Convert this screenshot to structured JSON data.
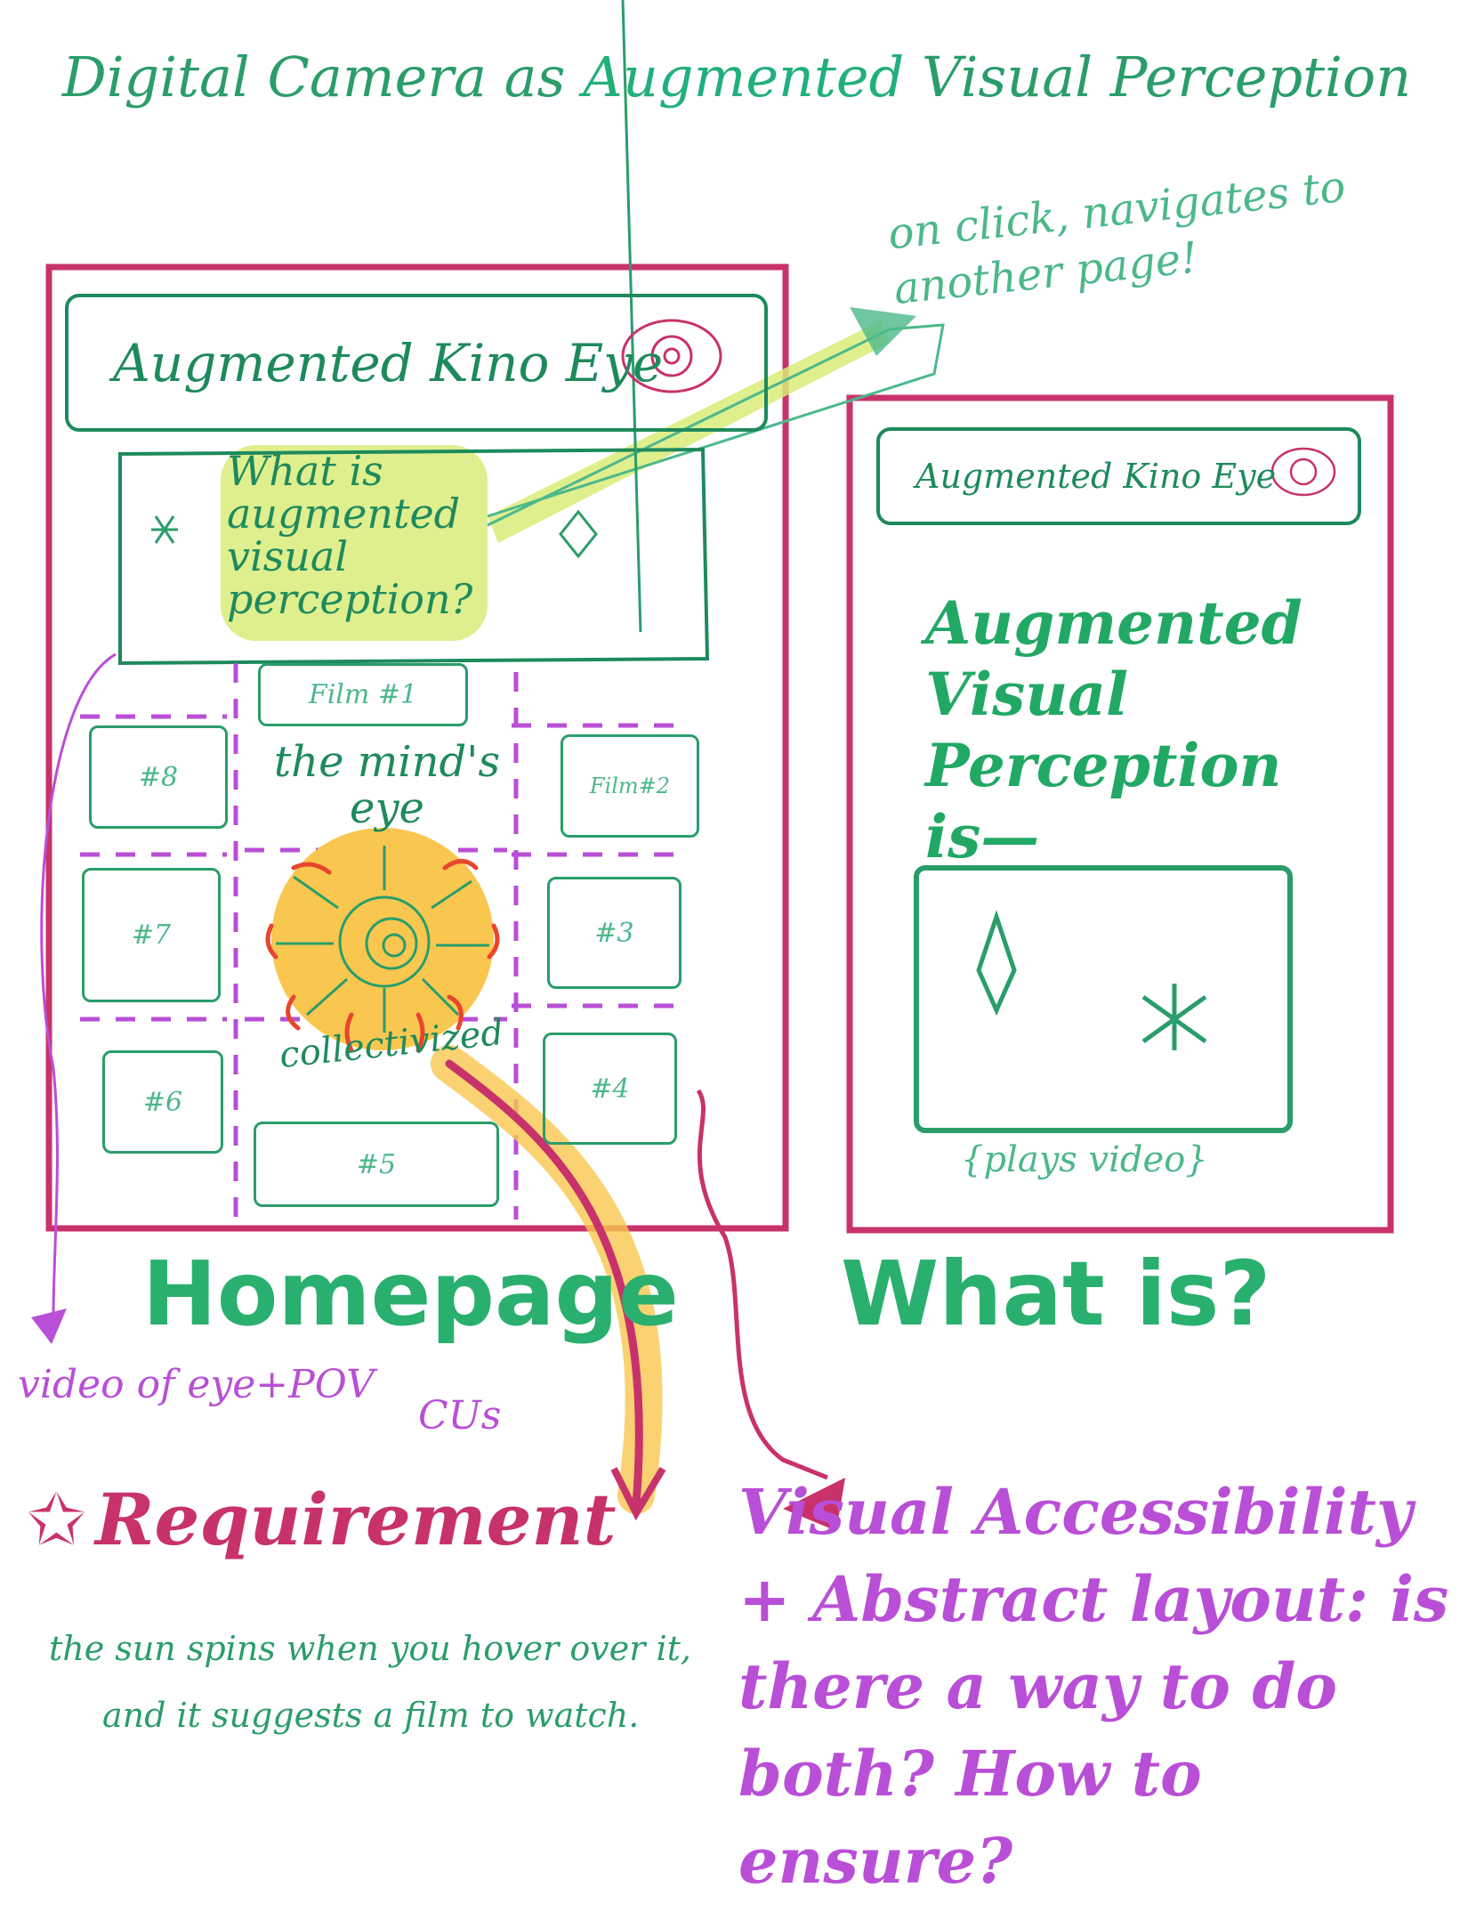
{
  "title": {
    "part1": "Digital Camera as",
    "part2": "Augmented",
    "part3": "Visual Perception"
  },
  "homepage": {
    "header": "Augmented Kino Eye",
    "question": "What is augmented visual perception?",
    "film1": "Film #1",
    "center_top": "the mind's eye",
    "center_bottom": "collectivized",
    "tiles": [
      "#8",
      "Film#2",
      "#7",
      "#3",
      "#6",
      "#4",
      "#5"
    ],
    "label": "Homepage"
  },
  "whatis": {
    "header": "Augmented Kino Eye",
    "heading": "Augmented Visual Perception is—",
    "caption": "{plays video}",
    "label": "What is?"
  },
  "notes": {
    "click_note": "on click, navigates to another page!",
    "video_note_a": "video of eye+POV",
    "video_note_b": "CUs",
    "requirement_title": "Requirement",
    "requirement_text_1": "the sun spins when you hover over it,",
    "requirement_text_2": "and it suggests a film to watch.",
    "accessibility": "Visual Accessibility + Abstract layout: is there a way to do both? How to ensure?"
  },
  "colors": {
    "green": "#2a9d6a",
    "pink": "#c8326b",
    "purple": "#b94fd6",
    "highlight": "#d9ec7a",
    "sun": "#f9c74f"
  }
}
